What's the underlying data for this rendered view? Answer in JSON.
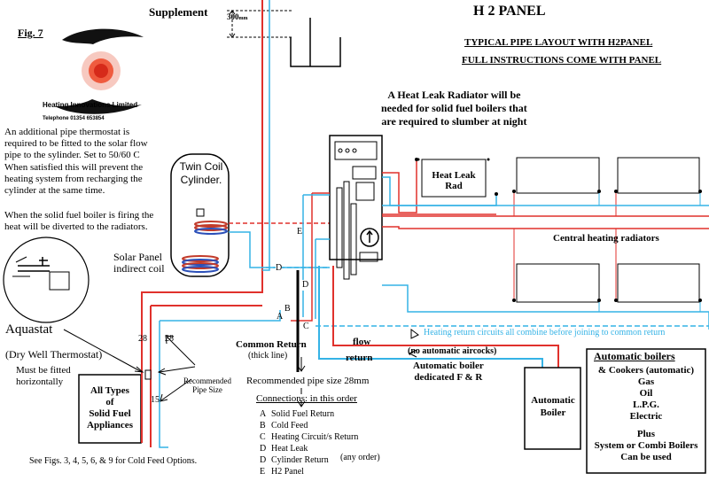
{
  "supplement": "Supplement",
  "dim_300": "300",
  "dim_mm": "mm",
  "panel_title": "H 2 PANEL",
  "subtitle1": "TYPICAL PIPE LAYOUT WITH H2PANEL",
  "subtitle2": "FULL INSTRUCTIONS COME WITH PANEL",
  "fig": "Fig. 7",
  "company": "Heating Innovations Limited",
  "telephone": "Telephone 01354 653854",
  "note_thermostat": "An additional pipe thermostat is required to be fitted to the solar flow pipe to the sylinder. Set to 50/60 C When satisfied this will prevent the heating system from recharging the cylinder at the same time.",
  "note_solid_fuel": "When the solid fuel boiler is firing the heat will be diverted to the radiators.",
  "heat_leak_note": [
    "A Heat Leak Radiator will be",
    "needed for solid fuel boilers that",
    "are required to slumber at night"
  ],
  "cylinder_label": [
    "Twin Coil",
    "Cylinder."
  ],
  "solar_label": [
    "Solar Panel",
    "indirect coil"
  ],
  "heat_leak_rad": [
    "Heat Leak",
    "Rad"
  ],
  "central_heating": "Central heating radiators",
  "aquastat": "Aquastat",
  "dry_well": "(Dry Well Thermostat)",
  "must_fit": [
    "Must be fitted",
    "horizontally"
  ],
  "solid_fuel": [
    "All Types",
    "of",
    "Solid Fuel",
    "Appliances"
  ],
  "pipe_28a": "28",
  "pipe_28b": "28",
  "pipe_15": "15",
  "recommended": [
    "Recommended",
    "Pipe Size"
  ],
  "see_figs": "See Figs. 3, 4, 5, 6, & 9 for Cold Feed Options.",
  "markers": {
    "A": "A",
    "B": "B",
    "C": "C",
    "D1": "D",
    "D2": "D",
    "E": "E"
  },
  "common_return": "Common Return",
  "thick_line": "(thick line)",
  "recommended_28": "Recommended pipe size 28mm",
  "connections_title": "Connections: in this order",
  "connections": [
    {
      "code": "A",
      "label": "Solid Fuel Return"
    },
    {
      "code": "B",
      "label": "Cold Feed"
    },
    {
      "code": "C",
      "label": "Heating Circuit/s Return"
    },
    {
      "code": "D",
      "label": "Heat Leak"
    },
    {
      "code": "D",
      "label": "Cylinder Return"
    },
    {
      "code": "E",
      "label": "H2 Panel"
    }
  ],
  "any_order": "(any order)",
  "flow": "flow",
  "return": "return",
  "no_aircocks": "(no automatic aircocks)",
  "auto_dedicated": [
    "Automatic boiler",
    "dedicated F & R"
  ],
  "heating_return_note": "Heating return circuits all combine before joining to common return",
  "auto_boiler": [
    "Automatic",
    "Boiler"
  ],
  "auto_boilers_title": "Automatic boilers",
  "auto_boilers_list": [
    "& Cookers (automatic)",
    "Gas",
    "Oil",
    "L.P.G.",
    "Electric",
    "",
    "Plus",
    "System or Combi Boilers",
    "Can be used"
  ],
  "colors": {
    "flow": "#e0312c",
    "return": "#35b3e6",
    "black": "#000000"
  }
}
